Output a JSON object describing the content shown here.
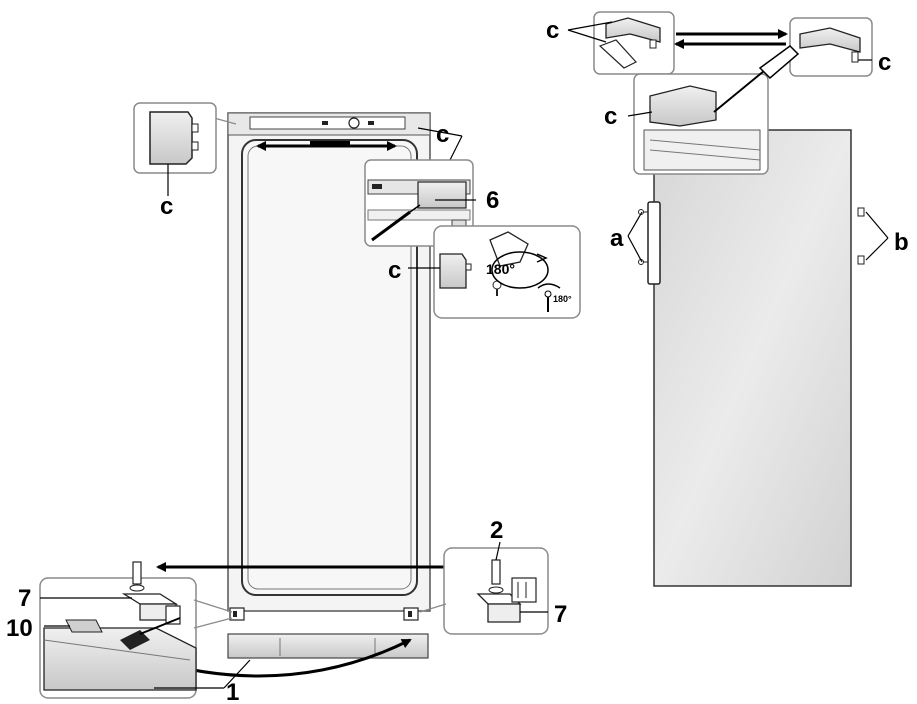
{
  "labels": {
    "c": "c",
    "a": "a",
    "b": "b",
    "n1": "1",
    "n2": "2",
    "n6": "6",
    "n7": "7",
    "n10": "10",
    "rot180": "180°"
  },
  "colors": {
    "line": "#000000",
    "panel": "#e6e6e6",
    "panel_dark": "#bdbdbd",
    "door_fill": "#e3e3e3",
    "callout_bg": "#ffffff",
    "callout_border": "#8a8a8a"
  }
}
